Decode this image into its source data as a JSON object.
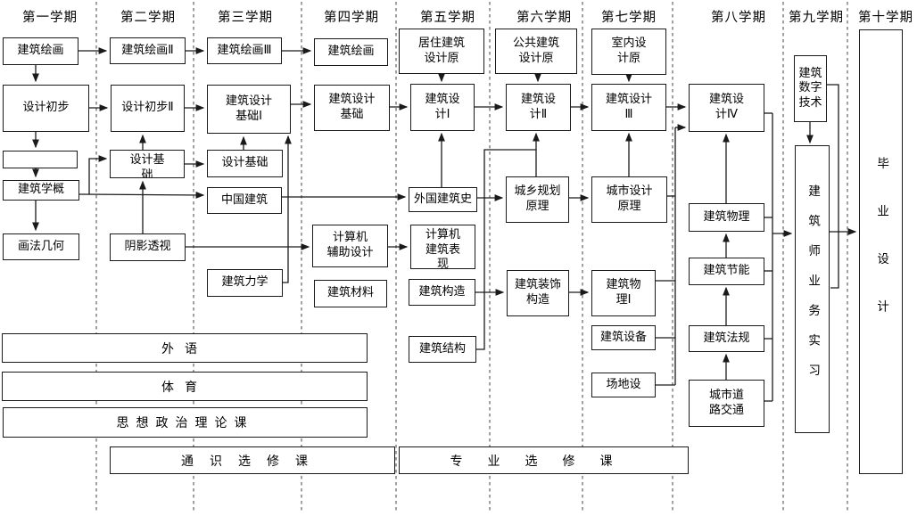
{
  "semesters": [
    "第一学期",
    "第二学期",
    "第三学期",
    "第四学期",
    "第五学期",
    "第六学期",
    "第七学期",
    "第八学期",
    "第九学期",
    "第十学期"
  ],
  "courses": {
    "s1_arch_drawing": "建筑绘画",
    "s1_design_intro": "设计初步",
    "s1_unnamed": "",
    "s1_arch_overview": "建筑学概",
    "s1_descriptive_geometry": "画法几何",
    "s2_arch_drawing_2": "建筑绘画Ⅱ",
    "s2_design_intro_2": "设计初步Ⅱ",
    "s2_design_basis": "设计基\n础",
    "s2_shadow_perspective": "阴影透视",
    "s3_arch_drawing_3": "建筑绘画Ⅲ",
    "s3_arch_design_basis_1": "建筑设计\n基础Ⅰ",
    "s3_design_basis": "设计基础",
    "s3_chinese_architecture": "中国建筑",
    "s3_arch_mechanics": "建筑力学",
    "s4_arch_drawing": "建筑绘画",
    "s4_arch_design_basis": "建筑设计\n基础",
    "s4_cad": "计算机\n辅助设计",
    "s4_building_materials": "建筑材料",
    "s5_residential_design_principles": "居住建筑\n设计原",
    "s5_arch_design_1": "建筑设\n计Ⅰ",
    "s5_foreign_arch_history": "外国建筑史",
    "s5_computer_arch_rendering": "计算机\n建筑表\n现",
    "s5_building_construction": "建筑构造",
    "s5_building_structure": "建筑结构",
    "s6_public_design_principles": "公共建筑\n设计原",
    "s6_arch_design_2": "建筑设\n计Ⅱ",
    "s6_urban_rural_planning": "城乡规划\n原理",
    "s6_decoration_construction": "建筑装饰\n构造",
    "s7_interior_design_principles": "室内设\n计原",
    "s7_arch_design_3": "建筑设计\nⅢ",
    "s7_urban_design_principles": "城市设计\n原理",
    "s7_building_physics_1": "建筑物\n理Ⅰ",
    "s7_building_equipment": "建筑设备",
    "s7_site_design": "场地设",
    "s8_arch_design_4": "建筑设\n计Ⅳ",
    "s8_building_physics": "建筑物理",
    "s8_energy_efficiency": "建筑节能",
    "s8_building_regulations": "建筑法规",
    "s8_urban_road_traffic": "城市道\n路交通",
    "s9_digital_technology": "建筑\n数字\n技术",
    "s9_architect_practice": "建筑师业务实习",
    "s10_graduation_design": "毕业设计"
  },
  "common_courses": {
    "foreign_language": "外语",
    "physical_education": "体育",
    "ideological_political_theory": "思想政治理论课",
    "general_electives": "通识选修课",
    "professional_electives": "专业选修课"
  },
  "colors": {
    "background": "#ffffff",
    "box_border": "#1a1a1a",
    "line": "#1a1a1a",
    "divider_dash": "#787878",
    "text": "#000000"
  }
}
